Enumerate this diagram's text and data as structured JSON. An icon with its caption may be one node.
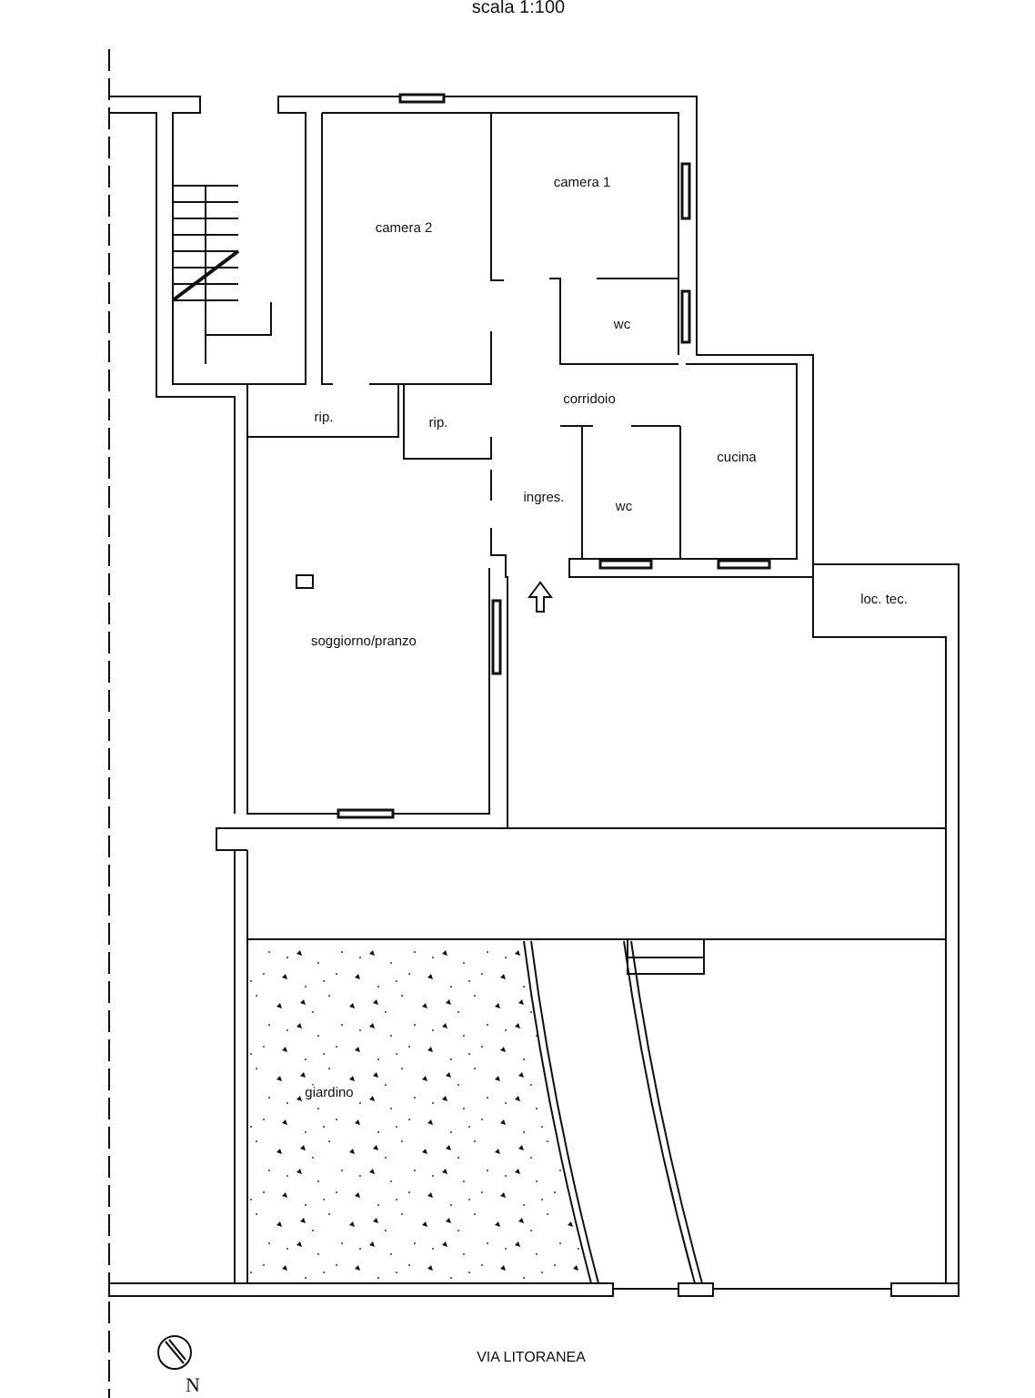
{
  "diagram": {
    "title": "scala 1:100",
    "nodes": [
      {
        "text": [
          "camera 1"
        ]
      },
      {
        "text": [
          "camera 2"
        ]
      },
      {
        "text": [
          "wc"
        ]
      },
      {
        "text": [
          "corridoio"
        ]
      },
      {
        "text": [
          "rip."
        ]
      },
      {
        "text": [
          "rip."
        ]
      },
      {
        "text": [
          "cucina"
        ]
      },
      {
        "text": [
          "ingres."
        ]
      },
      {
        "text": [
          "wc"
        ]
      },
      {
        "text": [
          "loc. tec."
        ]
      },
      {
        "text": [
          "soggiorno/pranzo"
        ]
      },
      {
        "text": [
          "giardino"
        ]
      }
    ],
    "edges": [],
    "labels": [
      "VIA LITORANEA",
      "N"
    ]
  }
}
